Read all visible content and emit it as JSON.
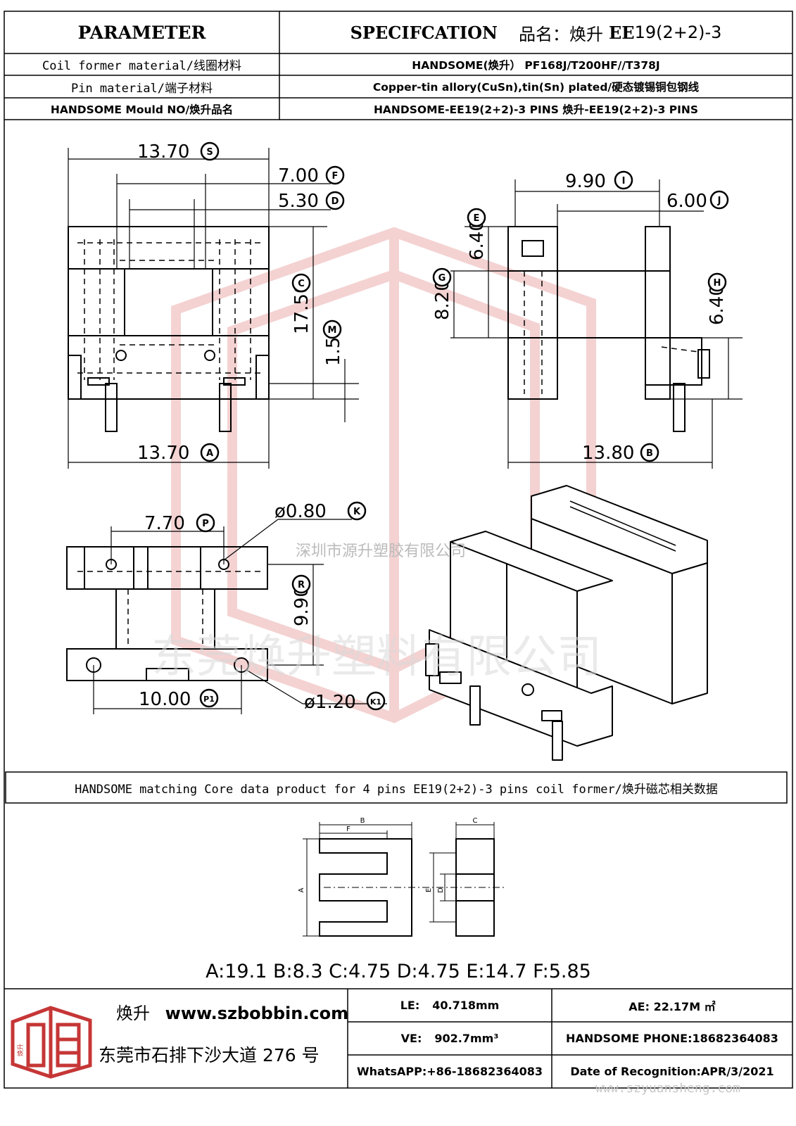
{
  "header": {
    "parameter": "PARAMETER",
    "specification": "SPECIFCATION",
    "product_name_label": "品名：焕升",
    "product_model_bold": "EE",
    "product_model": "19(2+2)-3"
  },
  "spec_rows": [
    {
      "param": "Coil former material/线圈材料",
      "value": "HANDSOME(焕升）   PF168J/T200HF//T378J"
    },
    {
      "param": "Pin material/端子材料",
      "value": "Copper-tin allory(CuSn),tin(Sn) plated/硬态镀锡铜包钢线"
    },
    {
      "param": "HANDSOME Mould NO/焕升品名",
      "value": "HANDSOME-EE19(2+2)-3 PINS    焕升-EE19(2+2)-3 PINS"
    }
  ],
  "drawing": {
    "dims": {
      "S": "13.70",
      "F": "7.00",
      "D": "5.30",
      "C": "17.50",
      "M": "1.50",
      "A": "13.70",
      "I": "9.90",
      "J": "6.00",
      "E": "6.40",
      "G": "8.20",
      "H": "6.40",
      "B": "13.80",
      "P": "7.70",
      "K": "ø0.80",
      "R": "9.90",
      "P1": "10.00",
      "K1": "ø1.20"
    },
    "letters": {
      "S": "S",
      "F": "F",
      "D": "D",
      "C": "C",
      "M": "M",
      "A": "A",
      "I": "I",
      "J": "J",
      "E": "E",
      "G": "G",
      "H": "H",
      "B": "B",
      "P": "P",
      "K": "K",
      "R": "R",
      "P1": "P1",
      "K1": "K1"
    },
    "watermark_company": "深圳市源升塑胶有限公司",
    "watermark_big": "东莞焕升塑料有限公司"
  },
  "core": {
    "title": "HANDSOME matching Core data  product for 4 pins EE19(2+2)-3 pins coil former/焕升磁芯相关数据",
    "labels": {
      "A": "A",
      "B": "B",
      "C": "C",
      "D": "D",
      "E": "E",
      "F": "F"
    },
    "values_text": "A:19.1 B:8.3 C:4.75 D:4.75 E:14.7 F:5.85"
  },
  "footer": {
    "logo_side_text": "焕升",
    "logo_brand": "焕升",
    "website": "www.szbobbin.com",
    "address": "东莞市石排下沙大道 276 号",
    "le_label": "LE:",
    "le_value": "40.718mm",
    "ae_text": "AE: 22.17M ㎡",
    "ve_label": "VE:",
    "ve_value": "902.7mm³",
    "phone": "HANDSOME PHONE:18682364083",
    "whatsapp": "WhatsAPP:+86-18682364083",
    "date": "Date of Recognition:APR/3/2021",
    "watermark_url": "www.szyuansheng.com"
  }
}
